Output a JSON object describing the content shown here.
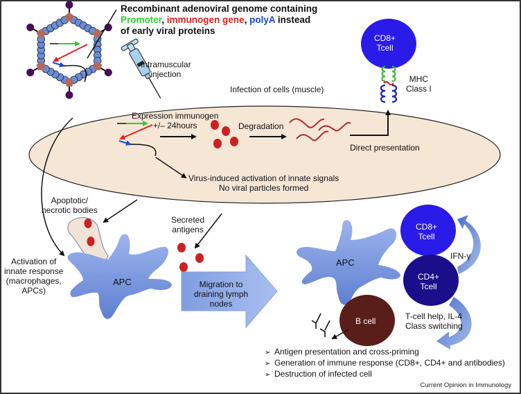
{
  "title": {
    "line1": "Recombinant adenoviral genome containing",
    "promoter": "Promoter",
    "sep1": ", ",
    "immunogen": "immunogen gene",
    "sep2": ", ",
    "polya": "polyA",
    "line2_tail": " instead",
    "line3": "of early viral proteins"
  },
  "colors": {
    "promoter": "#2ad12a",
    "immunogen": "#e02020",
    "polya": "#1a47d8",
    "cell_fill": "#f5e6d6",
    "apc": "#6f8fd8",
    "cd8": "#2a1be8",
    "cd4": "#1a0e8a",
    "bcell": "#5a1e1a",
    "antigen": "#cc2222",
    "capsid_bead": "#6b8fd6",
    "penton": "#b06a5e",
    "fiber_knob": "#4a0a5a"
  },
  "labels": {
    "injection": [
      "Intramuscular",
      "injection"
    ],
    "infection": "Infection of cells (muscle)",
    "expression": [
      "Expression immunogen",
      "+/– 24hours"
    ],
    "degradation": "Degradation",
    "direct_presentation": "Direct presentation",
    "innate_signals": [
      "Virus-induced activation of innate signals",
      "No viral particles formed"
    ],
    "cd8_top": [
      "CD8+",
      "Tcell"
    ],
    "mhc": [
      "MHC",
      "Class I"
    ],
    "apoptotic": [
      "Apoptotic/",
      "necrotic bodies"
    ],
    "secreted": [
      "Secreted",
      "antigens"
    ],
    "activation": [
      "Activation of",
      "innate response",
      "(macrophages,",
      "APCs)"
    ],
    "apc_left": "APC",
    "apc_right": "APC",
    "migration": [
      "Migration to",
      "draining lymph",
      "nodes"
    ],
    "cd8_right": [
      "CD8+",
      "Tcell"
    ],
    "cd4_right": [
      "CD4+",
      "Tcell"
    ],
    "ifn": "IFN-γ",
    "bcell": "B cell",
    "tcell_help": [
      "T-cell help, IL-4",
      "Class switching"
    ]
  },
  "outcomes": {
    "marker": "➢",
    "items": [
      "Antigen presentation and cross-priming",
      "Generation of immune response (CD8+, CD4+ and antibodies)",
      "Destruction of infected cell"
    ]
  },
  "credit": "Current Opinion in Immunology"
}
